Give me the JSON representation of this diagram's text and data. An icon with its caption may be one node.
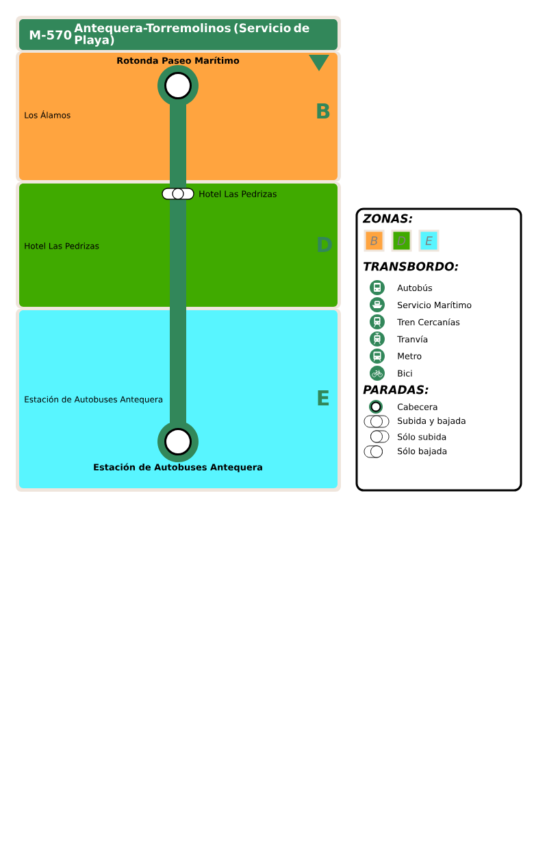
{
  "diagram": {
    "nodes": [
      {
        "text": [
          "M-570",
          "Antequera-Torremolinos (Servicio de Playa)"
        ]
      },
      {
        "text": [
          "Los Álamos",
          "B"
        ]
      },
      {
        "text": [],
        "shape": "circle",
        "in": 1,
        "beside": [
          "Rotonda Paseo Marítimo"
        ]
      },
      {
        "text": [
          "Hotel Las Pedrizas",
          "D"
        ]
      },
      {
        "text": [],
        "shape": "pill",
        "in": 3,
        "beside": [
          "Hotel Las Pedrizas"
        ]
      },
      {
        "text": [
          "Estación de Autobuses Antequera",
          "E"
        ]
      },
      {
        "text": [],
        "shape": "circle",
        "in": 5,
        "beside": [
          "Estación de Autobuses Antequera"
        ]
      }
    ],
    "edges": [
      {
        "from": 2,
        "to": 4,
        "arrow": "none"
      },
      {
        "from": 4,
        "to": 6,
        "arrow": "none"
      }
    ],
    "labels": [
      "ZONAS:",
      "TRANSBORDO:",
      "PARADAS:"
    ],
    "legend": [
      {
        "text": "B",
        "color": "#ffa43f"
      },
      {
        "text": "D",
        "color": "#40aa00"
      },
      {
        "text": "E",
        "color": "#58f5ff"
      },
      {
        "text": "Autobús"
      },
      {
        "text": "Servicio Marítimo"
      },
      {
        "text": "Tren Cercanías"
      },
      {
        "text": "Tranvía"
      },
      {
        "text": "Metro"
      },
      {
        "text": "Bici"
      },
      {
        "text": "Cabecera"
      },
      {
        "text": "Subida y bajada"
      },
      {
        "text": "Sólo subida"
      },
      {
        "text": "Sólo bajada"
      }
    ]
  }
}
